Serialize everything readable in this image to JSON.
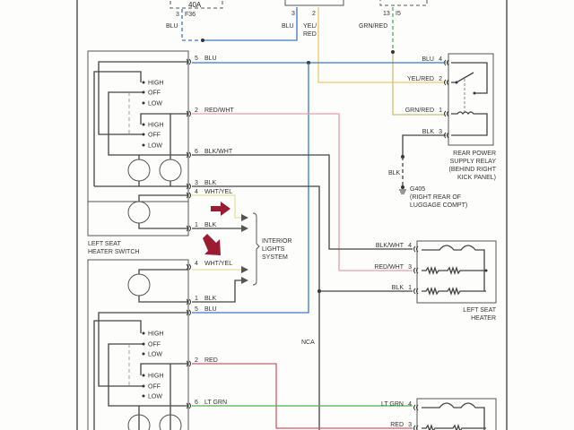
{
  "top_connectors": {
    "fuse_rating": "40A",
    "fuse_pin": "3",
    "fuse_id": "F36",
    "fuse_wire": "BLU",
    "mid_pin_a": "3",
    "mid_pin_b": "2",
    "mid_wire_a": "BLU",
    "mid_wire_b_1": "YEL/",
    "mid_wire_b_2": "RED",
    "right_pin": "13",
    "right_id": "I5",
    "right_wire": "GRN/RED"
  },
  "relay": {
    "pins": [
      {
        "wire": "BLU",
        "pin": "4"
      },
      {
        "wire": "YEL/RED",
        "pin": "2"
      },
      {
        "wire": "GRN/RED",
        "pin": "1"
      },
      {
        "wire": "BLK",
        "pin": "3"
      }
    ],
    "caption": [
      "REAR POWER",
      "SUPPLY RELAY",
      "(BEHIND RIGHT",
      "KICK PANEL)"
    ],
    "ground_wire": "BLK",
    "ground": [
      "G405",
      "(RIGHT REAR OF",
      "LUGGAGE COMPT)"
    ]
  },
  "switch1": {
    "pins": [
      {
        "pin": "5",
        "wire": "BLU"
      },
      {
        "pin": "2",
        "wire": "RED/WHT"
      },
      {
        "pin": "6",
        "wire": "BLK/WHT"
      },
      {
        "pin": "3",
        "wire": "BLK"
      },
      {
        "pin": "4",
        "wire": "WHT/YEL"
      },
      {
        "pin": "1",
        "wire": "BLK"
      }
    ],
    "positions": [
      "HIGH",
      "OFF",
      "LOW"
    ],
    "caption": [
      "LEFT SEAT",
      "HEATER SWITCH"
    ]
  },
  "switch2": {
    "pins": [
      {
        "pin": "4",
        "wire": "WHT/YEL"
      },
      {
        "pin": "1",
        "wire": "BLK"
      },
      {
        "pin": "5",
        "wire": "BLU"
      },
      {
        "pin": "2",
        "wire": "RED"
      },
      {
        "pin": "6",
        "wire": "LT GRN"
      }
    ]
  },
  "interior_lights": [
    "INTERIOR",
    "LIGHTS",
    "SYSTEM"
  ],
  "nca": "NCA",
  "heater1": {
    "pins": [
      {
        "wire": "BLK/WHT",
        "pin": "4"
      },
      {
        "wire": "RED/WHT",
        "pin": "3"
      },
      {
        "wire": "BLK",
        "pin": "1"
      }
    ],
    "caption": [
      "LEFT SEAT",
      "HEATER"
    ]
  },
  "heater2": {
    "pins": [
      {
        "wire": "LT GRN",
        "pin": "4"
      },
      {
        "wire": "RED",
        "pin": "3"
      }
    ]
  },
  "colors": {
    "blue": "#3b78c4",
    "yellow": "#f0c860",
    "red": "#d55a6a",
    "green": "#4caf50",
    "arrow": "#9b1b30"
  }
}
